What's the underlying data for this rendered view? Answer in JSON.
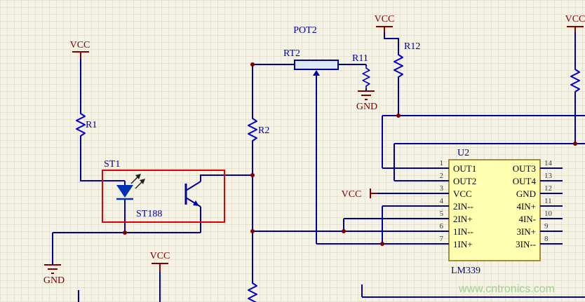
{
  "colors": {
    "wire": "#0000A0",
    "resistor": "#0000C8",
    "power_symbol": "#800000",
    "component_box": "#DF0000",
    "ic_fill": "#FFFFB0",
    "ic_border": "#8B6914",
    "led_fill": "#0033B3",
    "background": "#F5F2E6",
    "grid_line": "#E6E2D2",
    "watermark": "#9ED193"
  },
  "labels": {
    "vcc": "VCC",
    "gnd": "GND",
    "r1": "R1",
    "r2": "R2",
    "r11": "R11",
    "r12": "R12",
    "pot2": "POT2",
    "rt2": "RT2",
    "st1": "ST1",
    "st188": "ST188"
  },
  "u2": {
    "ref": "U2",
    "part": "LM339",
    "left_pins": [
      {
        "num": "1",
        "name": "OUT1"
      },
      {
        "num": "2",
        "name": "OUT2"
      },
      {
        "num": "3",
        "name": "VCC"
      },
      {
        "num": "4",
        "name": "2IN--"
      },
      {
        "num": "5",
        "name": "2IN+"
      },
      {
        "num": "6",
        "name": "1IN--"
      },
      {
        "num": "7",
        "name": "1IN+"
      }
    ],
    "right_pins": [
      {
        "num": "14",
        "name": "OUT3"
      },
      {
        "num": "13",
        "name": "OUT4"
      },
      {
        "num": "12",
        "name": "GND"
      },
      {
        "num": "11",
        "name": "4IN+"
      },
      {
        "num": "10",
        "name": "4IN-"
      },
      {
        "num": "9",
        "name": "3IN+"
      },
      {
        "num": "8",
        "name": "3IN--"
      }
    ]
  },
  "watermark": "www.cntronics.com"
}
